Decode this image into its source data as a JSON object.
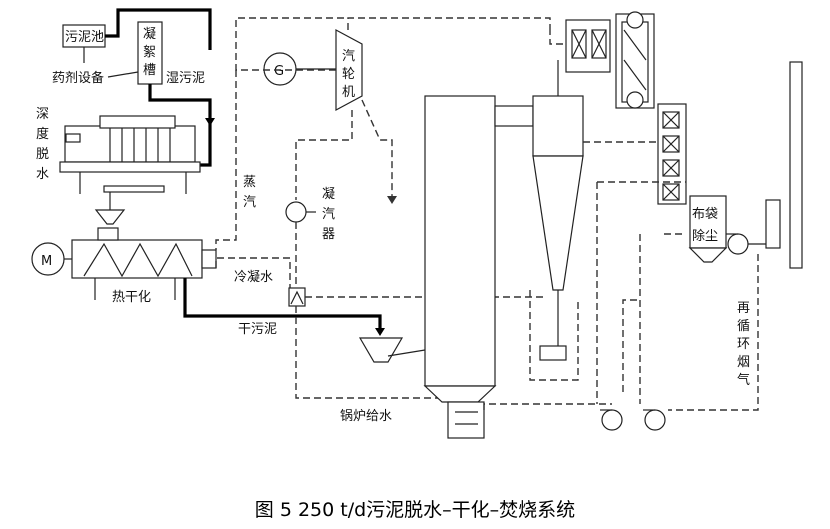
{
  "labels": {
    "sludge_tank": "污泥池",
    "flocculation_1": "凝",
    "flocculation_2": "絮",
    "flocculation_3": "槽",
    "chemical_equipment": "药剂设备",
    "wet_sludge": "湿污泥",
    "deep_dewater_1": "深",
    "deep_dewater_2": "度",
    "deep_dewater_3": "脱",
    "deep_dewater_4": "水",
    "generator": "G",
    "steam_turbine_1": "汽",
    "steam_turbine_2": "轮",
    "steam_turbine_3": "机",
    "steam_1": "蒸",
    "steam_2": "汽",
    "condenser_1": "凝",
    "condenser_2": "汽",
    "condenser_3": "器",
    "motor": "M",
    "cold_condensate": "冷凝水",
    "heat_dryer": "热干化",
    "dry_sludge": "干污泥",
    "boiler_feedwater": "锅炉给水",
    "bag_filter_1": "布袋",
    "bag_filter_2": "除尘",
    "recirc_gas_1": "再",
    "recirc_gas_2": "循",
    "recirc_gas_3": "环",
    "recirc_gas_4": "烟",
    "recirc_gas_5": "气"
  },
  "caption": "图 5  250 t/d污泥脱水–干化–焚烧系统"
}
